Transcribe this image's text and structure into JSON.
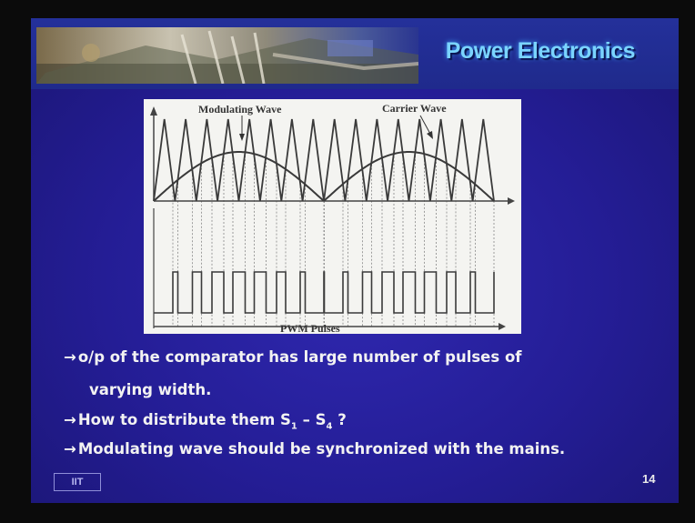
{
  "slide": {
    "banner_title": "Power Electronics",
    "figure": {
      "label_modulating": "Modulating Wave",
      "label_carrier": "Carrier Wave",
      "label_pulses": "PWM Pulses"
    },
    "bullets": [
      {
        "text": "o/p of the comparator has  large number of pulses of"
      },
      {
        "text": "varying width."
      },
      {
        "text": "How to distribute them S",
        "sub1": "1",
        "dash": " – S",
        "sub2": "4",
        "tail": " ?"
      },
      {
        "text": "Modulating wave should be  synchronized with the mains."
      }
    ],
    "arrow_glyph": "→",
    "page_number": "14",
    "logo_text": "IIT"
  },
  "colors": {
    "slide_bg": "#241d95",
    "title_color": "#7ad4ff",
    "figure_bg": "#f4f4f1",
    "wave_color": "#3a3a3a",
    "text_color": "#f2f2f2"
  }
}
